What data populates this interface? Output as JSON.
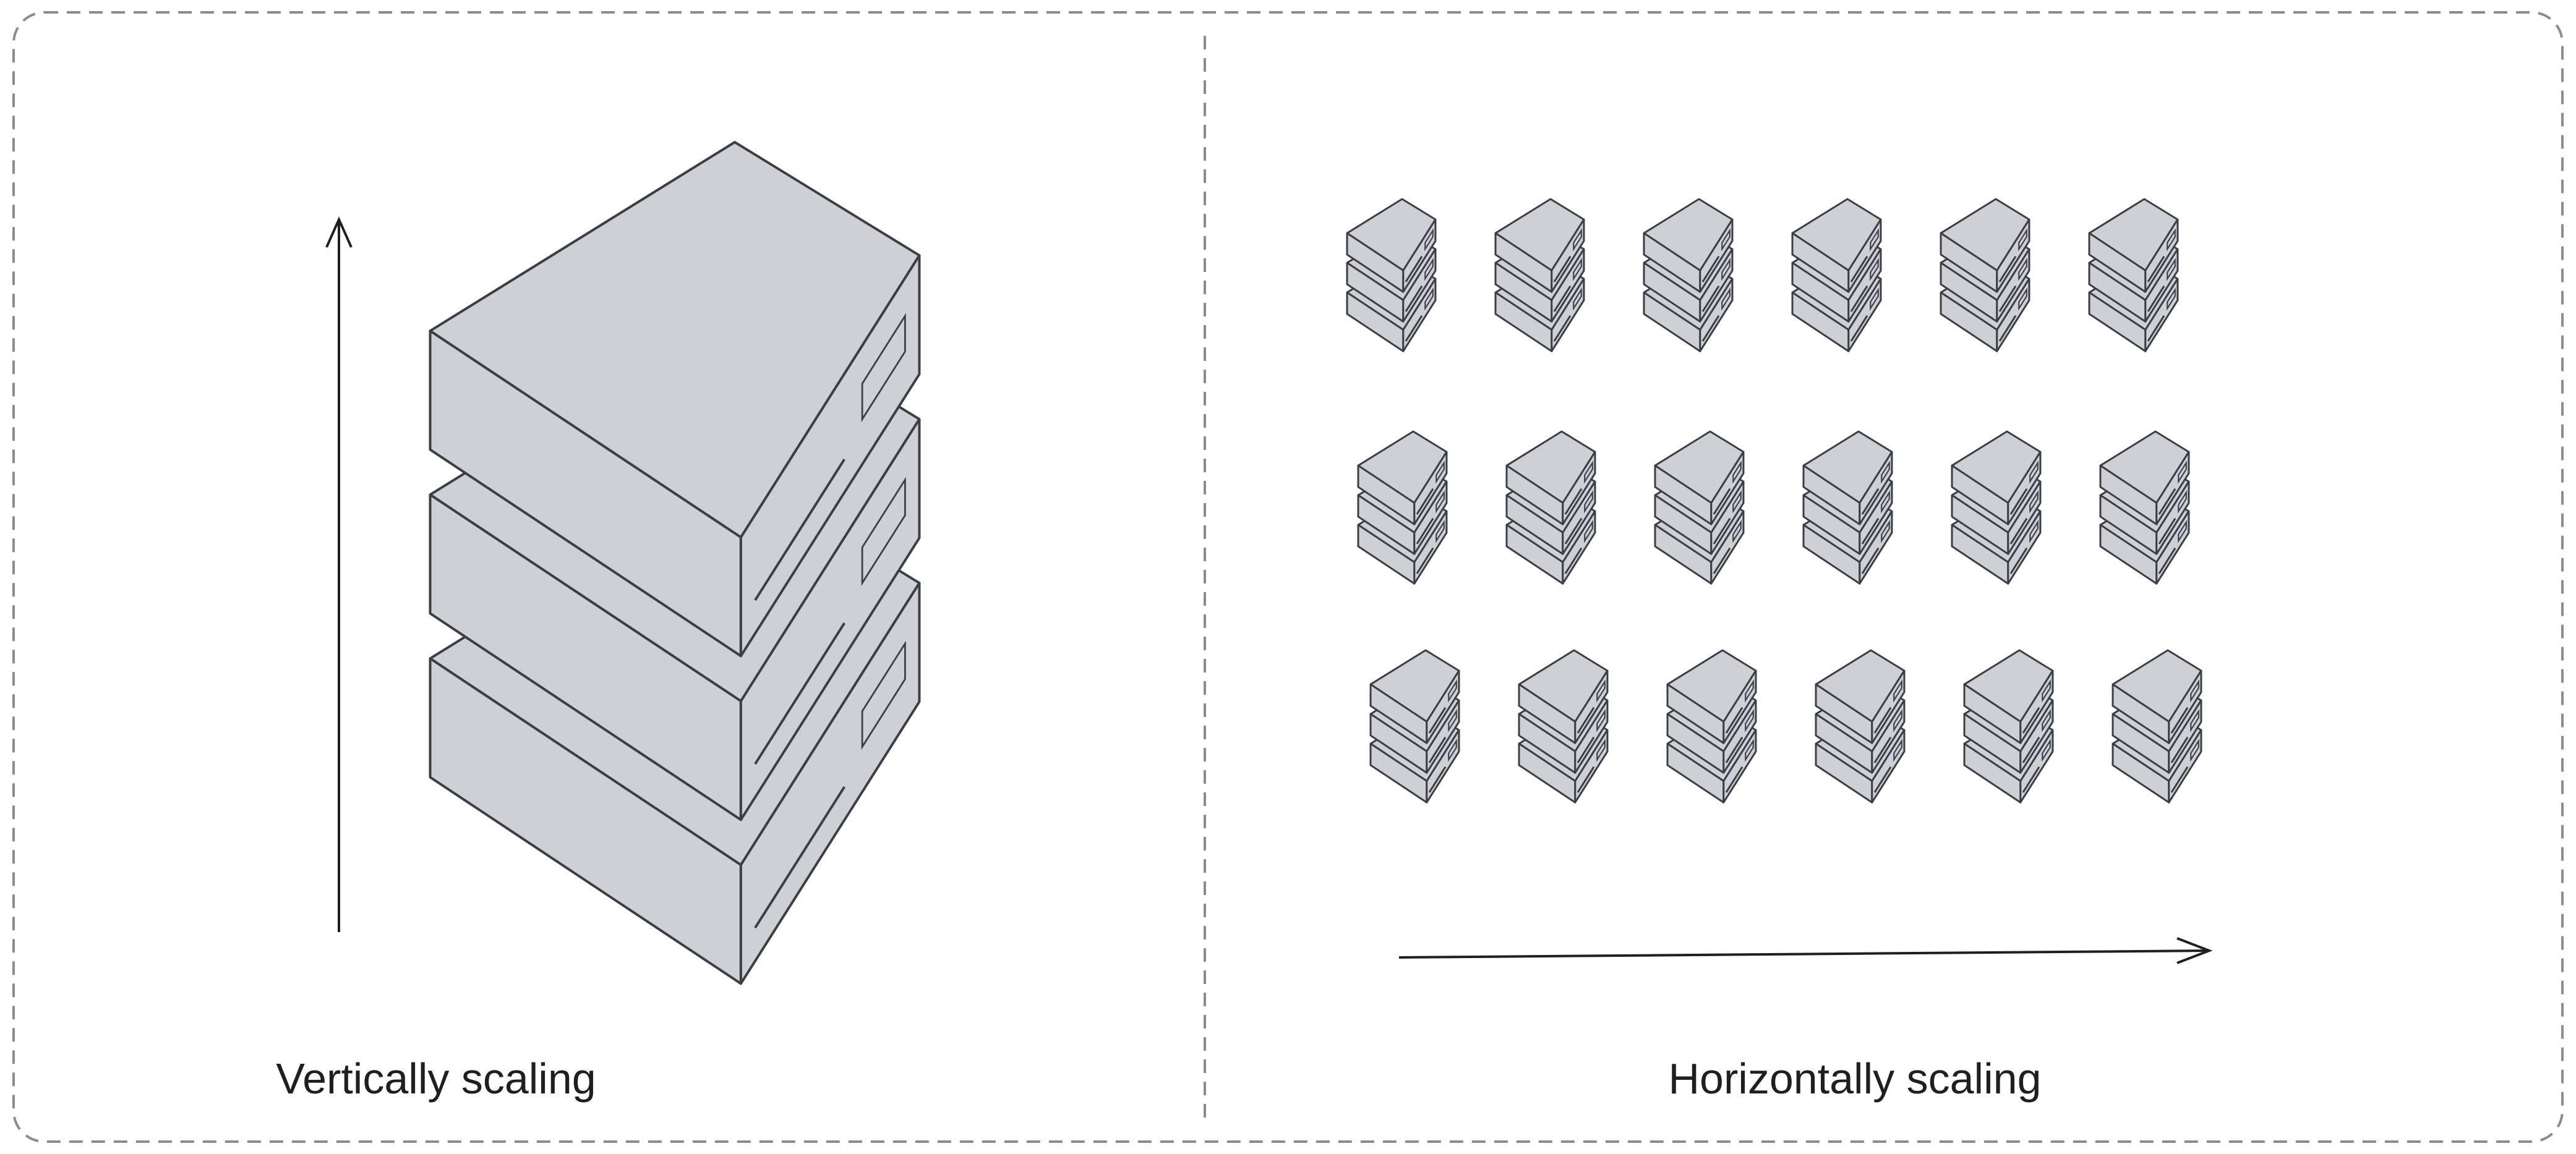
{
  "left_panel": {
    "caption": "Vertically scaling",
    "server_units": 3
  },
  "right_panel": {
    "caption": "Horizontally scaling",
    "rows": 3,
    "stacks_per_row": 6,
    "units_per_stack": 3
  },
  "colors": {
    "server_fill": "#cdd1d6",
    "server_stroke": "#3a3f46",
    "border_dash": "#8c8c8c",
    "arrow": "#1f1f1f"
  }
}
